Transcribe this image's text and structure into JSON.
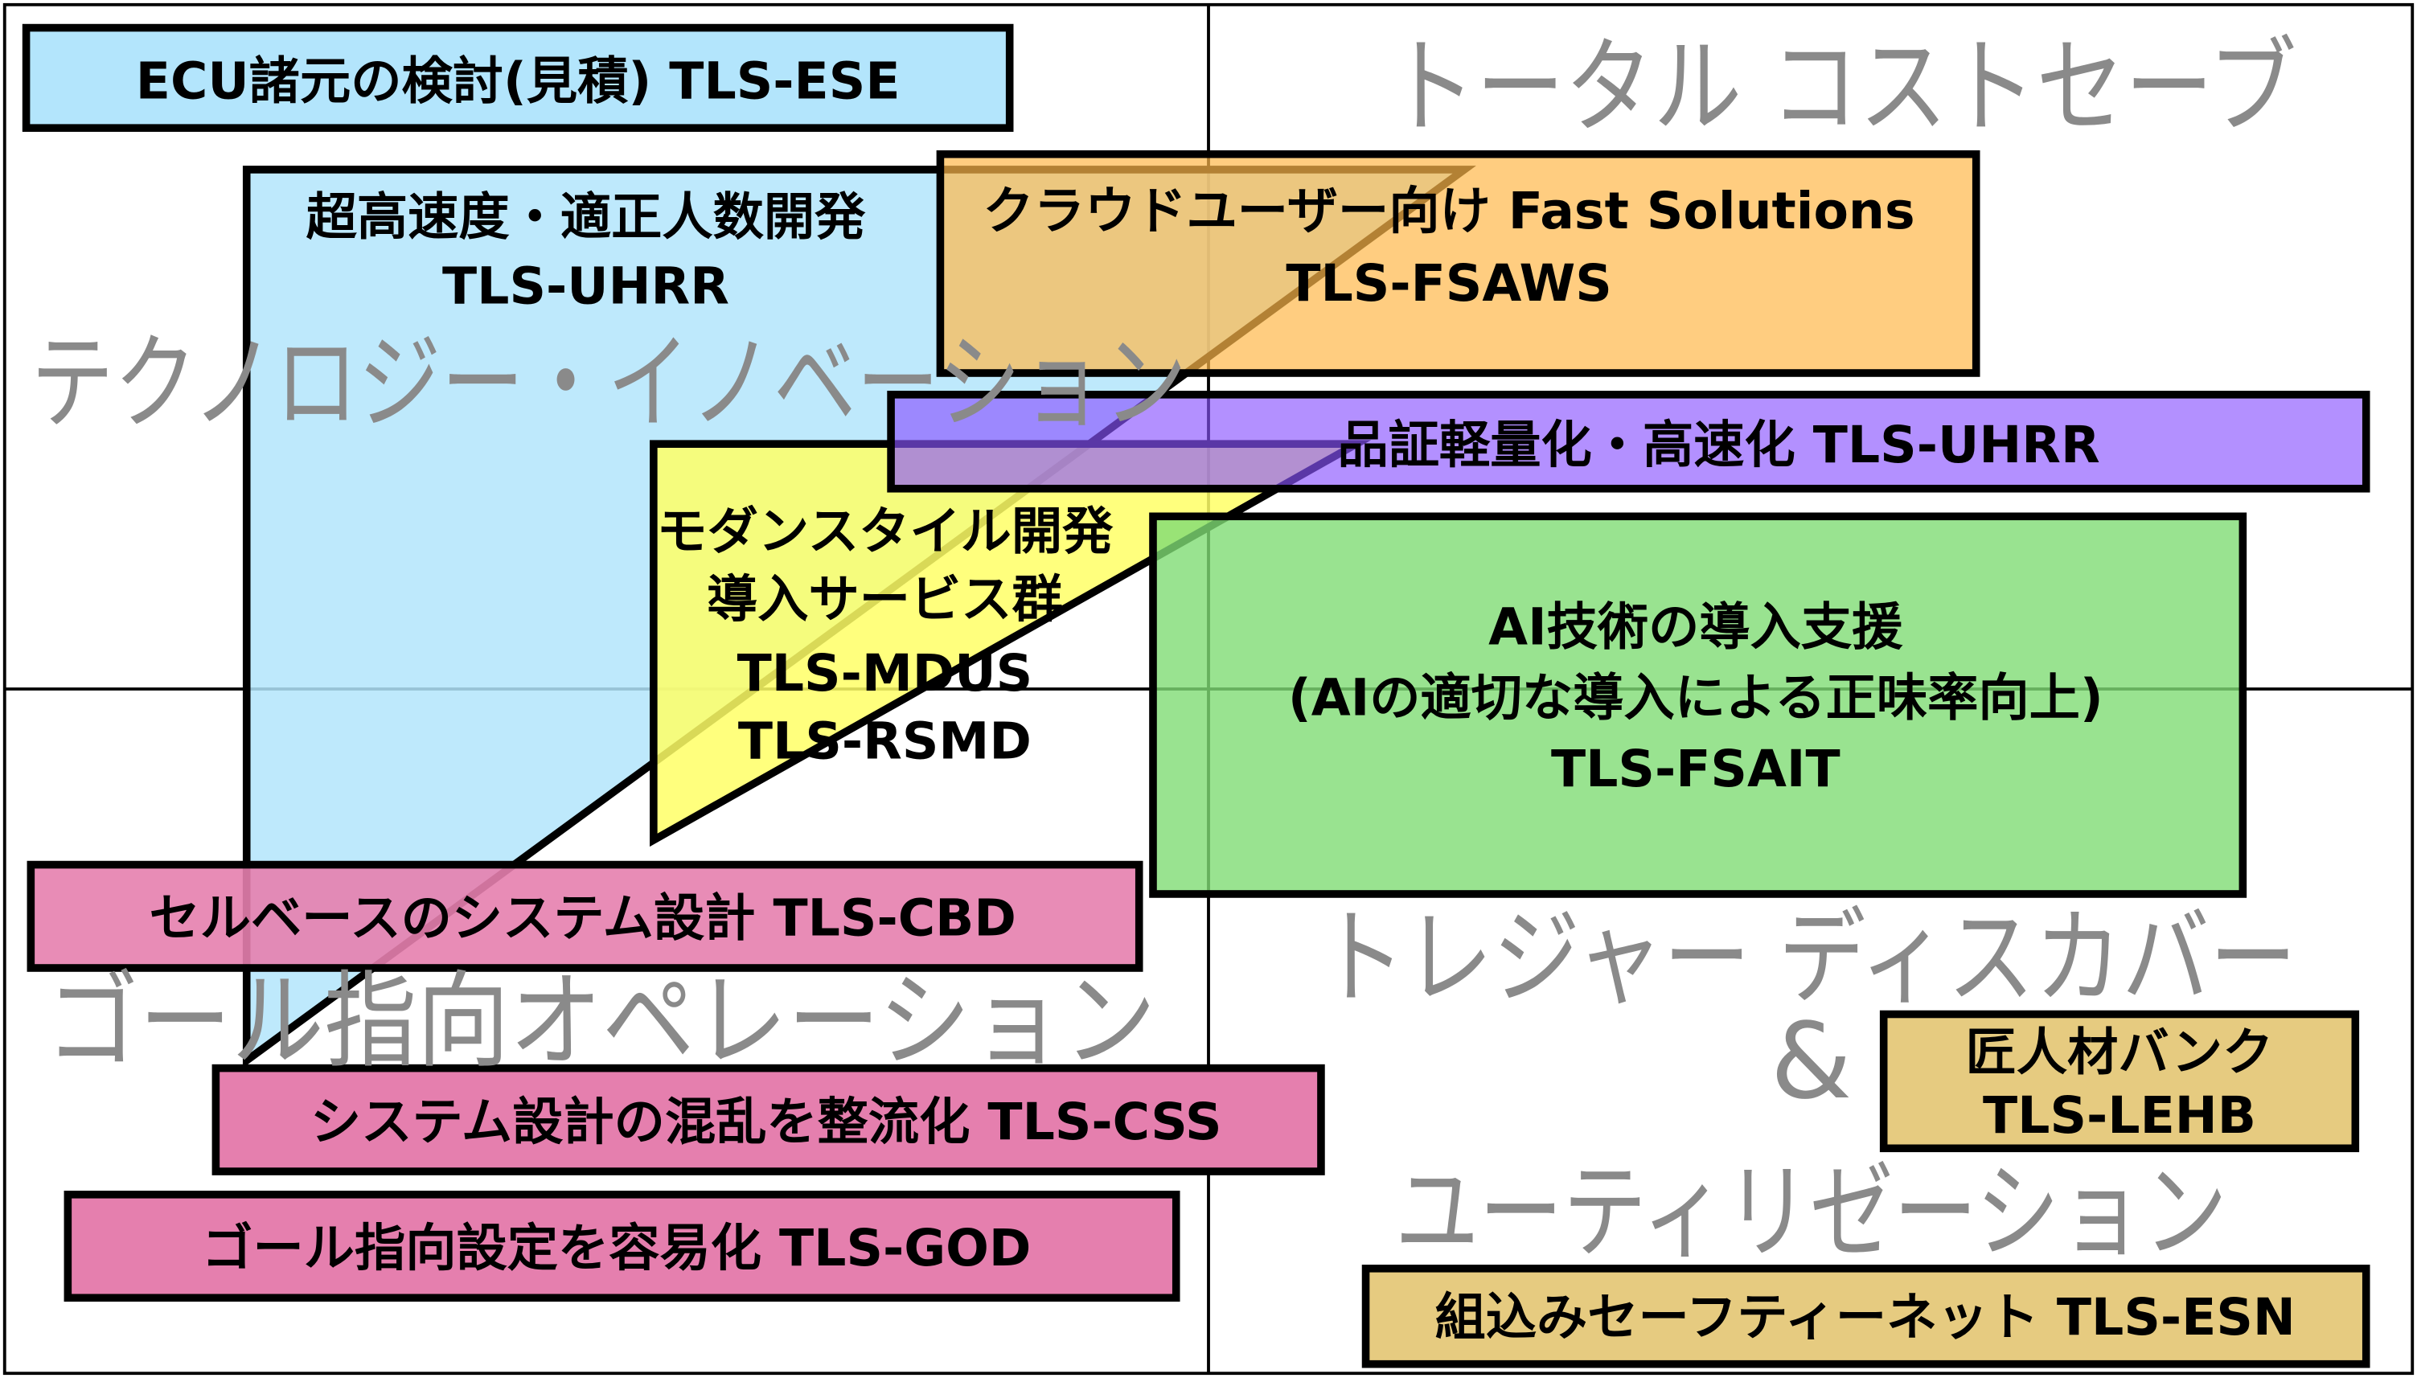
{
  "quadrants": {
    "top_left": "テクノロジー・イノベーション",
    "top_right": "トータル コストセーブ",
    "bottom_right_line1": "トレジャー ディスカバー",
    "bottom_right_amp": "&",
    "bottom_right_line2": "ユーティリゼーション",
    "bottom_left": "ゴール指向オペレーション"
  },
  "items": {
    "ese": "ECU諸元の検討(見積) TLS-ESE",
    "uhrr_title": "超高速度・適正人数開発",
    "uhrr_code": "TLS-UHRR",
    "fsaws_title": "クラウドユーザー向け Fast Solutions",
    "fsaws_code": "TLS-FSAWS",
    "uhrr2": "品証軽量化・高速化 TLS-UHRR",
    "mdus_line1": "モダンスタイル開発",
    "mdus_line2": "導入サービス群",
    "mdus_code1": "TLS-MDUS",
    "mdus_code2": "TLS-RSMD",
    "fsait_line1": "AI技術の導入支援",
    "fsait_line2": "(AIの適切な導入による正味率向上)",
    "fsait_code": "TLS-FSAIT",
    "cbd": "セルベースのシステム設計 TLS-CBD",
    "css": "システム設計の混乱を整流化 TLS-CSS",
    "god": "ゴール指向設定を容易化 TLS-GOD",
    "lehb_title": "匠人材バンク",
    "lehb_code": "TLS-LEHB",
    "esn": "組込みセーフティーネット TLS-ESN"
  },
  "colors": {
    "blue": "#b3e5fc",
    "orange": "#ffc56f",
    "purple": "#9a66ff",
    "yellow": "#ffff66",
    "green": "#98e38f",
    "pink": "#e57fae",
    "tan": "#e6cb80"
  }
}
